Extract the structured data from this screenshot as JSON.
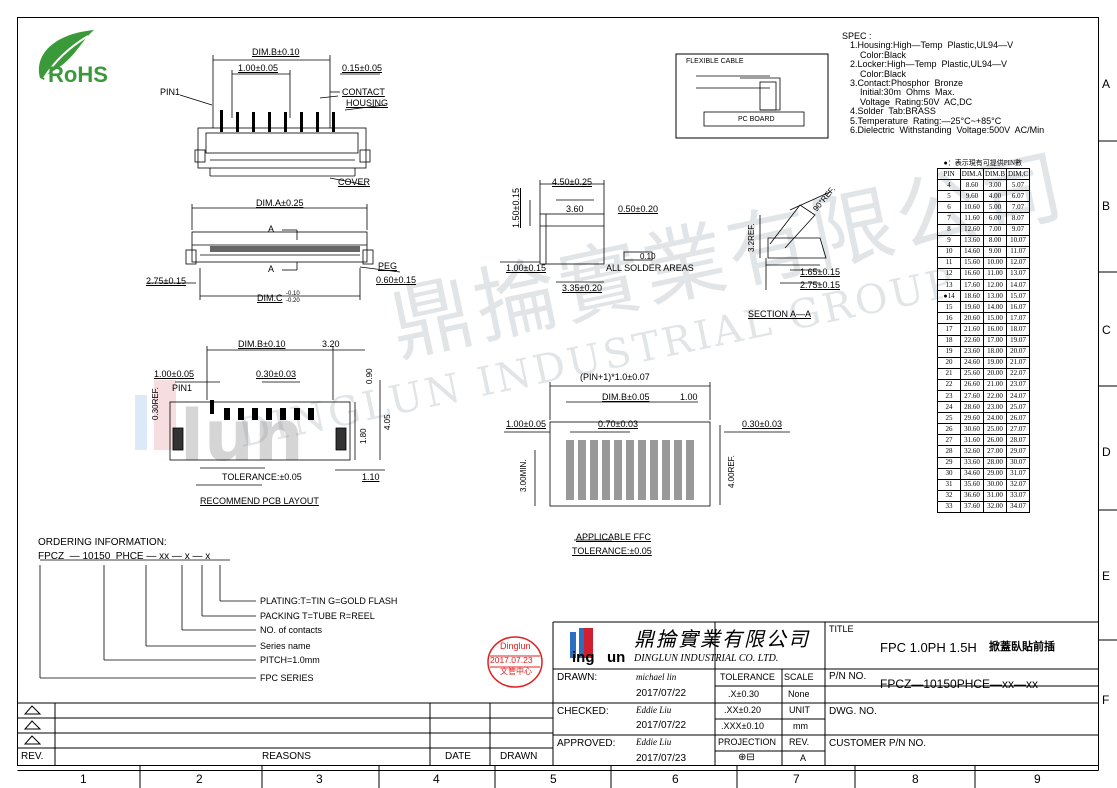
{
  "logo": {
    "rohs": "RoHS"
  },
  "top_view": {
    "dim_b": "DIM.B±0.10",
    "pitch": "1.00±0.05",
    "contact_w": "0.15±0.05",
    "pin1": "PIN1",
    "contact": "CONTACT",
    "housing": "HOUSING",
    "cover": "COVER"
  },
  "front_view": {
    "dim_a": "DIM.A±0.25",
    "a_upper": "A",
    "a_lower": "A",
    "peg": "PEG",
    "peg_dim": "0.60±0.15",
    "side_dim": "2.75±0.15",
    "dim_c": "DIM.C",
    "dim_c_tol_top": "-0.10",
    "dim_c_tol_bot": "-0.20"
  },
  "side_view": {
    "d1": "4.50±0.25",
    "d2": "3.60",
    "d3": "0.50±0.20",
    "d4": "1.50±0.15",
    "d5": "1.00±0.15",
    "d6": "3.35±0.20",
    "all_solder": "ALL SOLDER AREAS",
    "flat": "0.10"
  },
  "inset": {
    "flexible_cable": "FLEXIBLE CABLE",
    "pc_board": "PC BOARD"
  },
  "section": {
    "ref_angle": "90°REF.",
    "ref_h": "3.2REF.",
    "d1": "1.65±0.15",
    "d2": "2.75±0.15",
    "label": "SECTION  A—A"
  },
  "spec": {
    "title": "SPEC :",
    "lines": [
      "1.Housing:High—Temp  Plastic,UL94—V",
      "    Color:Black",
      "2.Locker:High—Temp  Plastic,UL94—V",
      "    Color:Black",
      "3.Contact:Phosphor  Bronze",
      "    Initial:30m  Ohms  Max.",
      "    Voltage  Rating:50V  AC,DC",
      "4.Solder  Tab:BRASS",
      "5.Temperature  Rating:—25°C~+85°C",
      "6.Dielectric  Withstanding  Voltage:500V  AC/Min"
    ]
  },
  "dim_table": {
    "caption": "●：表示現有可提供PIN數",
    "headers": [
      "PIN",
      "DIM.A",
      "DIM.B",
      "DIM.C"
    ],
    "rows": [
      [
        "4",
        "8.60",
        "3.00",
        "5.07"
      ],
      [
        "5",
        "9.60",
        "4.00",
        "6.07"
      ],
      [
        "6",
        "10.60",
        "5.00",
        "7.07"
      ],
      [
        "7",
        "11.60",
        "6.00",
        "8.07"
      ],
      [
        "8",
        "12.60",
        "7.00",
        "9.07"
      ],
      [
        "9",
        "13.60",
        "8.00",
        "10.07"
      ],
      [
        "10",
        "14.60",
        "9.00",
        "11.07"
      ],
      [
        "11",
        "15.60",
        "10.00",
        "12.07"
      ],
      [
        "12",
        "16.60",
        "11.00",
        "13.07"
      ],
      [
        "13",
        "17.60",
        "12.00",
        "14.07"
      ],
      [
        "●14",
        "18.60",
        "13.00",
        "15.07"
      ],
      [
        "15",
        "19.60",
        "14.00",
        "16.07"
      ],
      [
        "16",
        "20.60",
        "15.00",
        "17.07"
      ],
      [
        "17",
        "21.60",
        "16.00",
        "18.07"
      ],
      [
        "18",
        "22.60",
        "17.00",
        "19.07"
      ],
      [
        "19",
        "23.60",
        "18.00",
        "20.07"
      ],
      [
        "20",
        "24.60",
        "19.00",
        "21.07"
      ],
      [
        "21",
        "25.60",
        "20.00",
        "22.07"
      ],
      [
        "22",
        "26.60",
        "21.00",
        "23.07"
      ],
      [
        "23",
        "27.60",
        "22.00",
        "24.07"
      ],
      [
        "24",
        "28.60",
        "23.00",
        "25.07"
      ],
      [
        "25",
        "29.60",
        "24.00",
        "26.07"
      ],
      [
        "26",
        "30.60",
        "25.00",
        "27.07"
      ],
      [
        "27",
        "31.60",
        "26.00",
        "28.07"
      ],
      [
        "28",
        "32.60",
        "27.00",
        "29.07"
      ],
      [
        "29",
        "33.60",
        "28.00",
        "30.07"
      ],
      [
        "30",
        "34.60",
        "29.00",
        "31.07"
      ],
      [
        "31",
        "35.60",
        "30.00",
        "32.07"
      ],
      [
        "32",
        "36.60",
        "31.00",
        "33.07"
      ],
      [
        "33",
        "37.60",
        "32.00",
        "34.07"
      ]
    ]
  },
  "pcb": {
    "dim_b": "DIM.B±0.10",
    "d320": "3.20",
    "d100": "1.00±0.05",
    "d030": "0.30±0.03",
    "pin1": "PIN1",
    "ref": "0.30REF.",
    "d090": "0.90",
    "d180": "1.80",
    "d405": "4.05",
    "tol": "TOLERANCE:±0.05",
    "d110": "1.10",
    "title": "RECOMMEND  PCB  LAYOUT"
  },
  "ffc": {
    "pitch_formula": "(PIN+1)*1.0±0.07",
    "dim_b": "DIM.B±0.05",
    "d100": "1.00",
    "left": "1.00±0.05",
    "d070": "0.70±0.03",
    "d030": "0.30±0.03",
    "min": "3.00MIN.",
    "ref": "4.00REF.",
    "title": "APPLICABLE  FFC",
    "tol": "TOLERANCE:±0.05"
  },
  "ordering": {
    "title": "ORDERING  INFORMATION:",
    "code": "FPCZ  — 10150  PHCE — xx — x — x",
    "legend": [
      "PLATING:T=TIN  G=GOLD  FLASH",
      "PACKING  T=TUBE  R=REEL",
      "NO.  of  contacts",
      "Series  name",
      "PITCH=1.0mm",
      "FPC  SERIES"
    ]
  },
  "stamp": {
    "line1": "Dinglun",
    "line2": "2017.07.23",
    "line3": "文管中心"
  },
  "company": {
    "cn": "鼎掄實業有限公司",
    "en": "DINGLUN INDUSTRIAL CO. LTD.",
    "logo_a": "ing",
    "logo_b": "un"
  },
  "watermark": {
    "cn": "鼎掄實業有限公司",
    "en": "DINGLUN INDUSTRIAL GROUP"
  },
  "title_block": {
    "drawn_l": "DRAWN:",
    "drawn_n": "michael lin",
    "drawn_d": "2017/07/22",
    "checked_l": "CHECKED:",
    "checked_n": "Eddie Liu",
    "checked_d": "2017/07/22",
    "approved_l": "APPROVED:",
    "approved_n": "Eddie Liu",
    "approved_d": "2017/07/23",
    "tol_h": "TOLERANCE",
    "scale_h": "SCALE",
    "tol1": ".X±0.30",
    "scale_v": "None",
    "tol2": ".XX±0.20",
    "unit_h": "UNIT",
    "tol3": ".XXX±0.10",
    "unit_v": "mm",
    "proj_h": "PROJECTION",
    "rev_h": "REV.",
    "proj_v": "⊕⊟",
    "rev_v": "A",
    "title_l": "TITLE",
    "title_v": "FPC 1.0PH 1.5H",
    "title_cn": "掀蓋臥貼前插",
    "pn_l": "P/N NO.",
    "pn_v": "FPCZ—10150PHCE—xx—xx",
    "dwg_l": "DWG. NO.",
    "cust_l": "CUSTOMER P/N NO."
  },
  "revision": {
    "rev": "REV.",
    "reasons": "REASONS",
    "date": "DATE",
    "drawn": "DRAWN"
  },
  "grid": {
    "cols": [
      "1",
      "2",
      "3",
      "4",
      "5",
      "6",
      "7",
      "8",
      "9"
    ],
    "rows": [
      "A",
      "B",
      "C",
      "D",
      "E",
      "F"
    ]
  },
  "colors": {
    "rohs_green": "#3a9a3a",
    "logo_blue": "#2a6fc0",
    "logo_red": "#d02030",
    "stamp_red": "#e02020"
  }
}
